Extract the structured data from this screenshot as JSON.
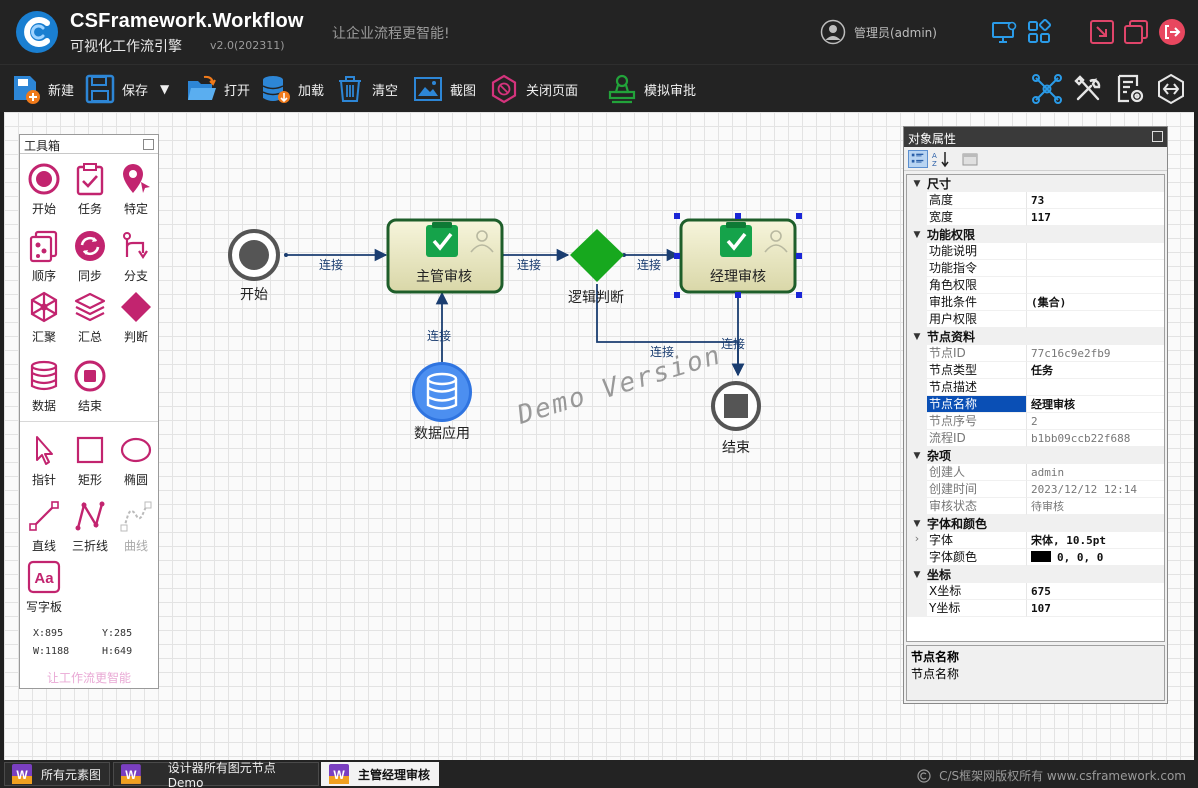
{
  "app": {
    "title": "CSFramework.Workflow",
    "subtitle": "可视化工作流引擎",
    "version": "v2.0(202311)",
    "slogan": "让企业流程更智能!",
    "user": "管理员(admin)"
  },
  "toolbar": {
    "new": "新建",
    "save": "保存",
    "open": "打开",
    "load": "加载",
    "clear": "清空",
    "screenshot": "截图",
    "close_page": "关闭页面",
    "simulate": "模拟审批"
  },
  "toolbox": {
    "title": "工具箱",
    "tools": [
      "开始",
      "任务",
      "特定",
      "顺序",
      "同步",
      "分支",
      "汇聚",
      "汇总",
      "判断",
      "数据",
      "结束"
    ],
    "shapes": [
      "指针",
      "矩形",
      "椭圆",
      "直线",
      "三折线",
      "曲线",
      "写字板"
    ],
    "coords": {
      "x": "X:895",
      "y": "Y:285",
      "w": "W:1188",
      "h": "H:649"
    },
    "slogan": "让工作流更智能"
  },
  "diagram": {
    "nodes": {
      "start": "开始",
      "supervisor": "主管审核",
      "logic": "逻辑判断",
      "manager": "经理审核",
      "data_app": "数据应用",
      "end": "结束"
    },
    "link_label": "连接",
    "watermark": "Demo Version"
  },
  "properties": {
    "title": "对象属性",
    "categories": [
      {
        "name": "尺寸",
        "items": [
          {
            "name": "高度",
            "value": "73",
            "bold": true
          },
          {
            "name": "宽度",
            "value": "117",
            "bold": true
          }
        ]
      },
      {
        "name": "功能权限",
        "items": [
          {
            "name": "功能说明",
            "value": ""
          },
          {
            "name": "功能指令",
            "value": ""
          },
          {
            "name": "角色权限",
            "value": ""
          },
          {
            "name": "审批条件",
            "value": "(集合)",
            "bold": true
          },
          {
            "name": "用户权限",
            "value": ""
          }
        ]
      },
      {
        "name": "节点资料",
        "items": [
          {
            "name": "节点ID",
            "value": "77c16c9e2fb9",
            "readonly": true
          },
          {
            "name": "节点类型",
            "value": "任务",
            "bold": true
          },
          {
            "name": "节点描述",
            "value": ""
          },
          {
            "name": "节点名称",
            "value": "经理审核",
            "bold": true,
            "selected": true
          },
          {
            "name": "节点序号",
            "value": "2",
            "readonly": true
          },
          {
            "name": "流程ID",
            "value": "b1bb09ccb22f688",
            "readonly": true
          }
        ]
      },
      {
        "name": "杂项",
        "items": [
          {
            "name": "创建人",
            "value": "admin",
            "readonly": true
          },
          {
            "name": "创建时间",
            "value": "2023/12/12 12:14",
            "readonly": true
          },
          {
            "name": "审核状态",
            "value": "待审核",
            "readonly": true
          }
        ]
      },
      {
        "name": "字体和颜色",
        "items": [
          {
            "name": "字体",
            "value": "宋体, 10.5pt",
            "bold": true,
            "expand": true
          },
          {
            "name": "字体颜色",
            "value": "0, 0, 0",
            "bold": true,
            "swatch": "#000000"
          }
        ]
      },
      {
        "name": "坐标",
        "items": [
          {
            "name": "X坐标",
            "value": "675",
            "bold": true
          },
          {
            "name": "Y坐标",
            "value": "107",
            "bold": true
          }
        ]
      }
    ],
    "description": {
      "title": "节点名称",
      "text": "节点名称"
    }
  },
  "tabs": [
    {
      "label": "所有元素图",
      "active": false
    },
    {
      "label": "设计器所有图元节点Demo",
      "active": false
    },
    {
      "label": "主管经理审核",
      "active": true
    }
  ],
  "copyright": "C/S框架网版权所有 www.csframework.com",
  "colors": {
    "accent": "#1d6fc9",
    "toolbox_icon": "#c2246f",
    "node_green": "#0f9c2a",
    "selected": "#0a4fb5"
  }
}
